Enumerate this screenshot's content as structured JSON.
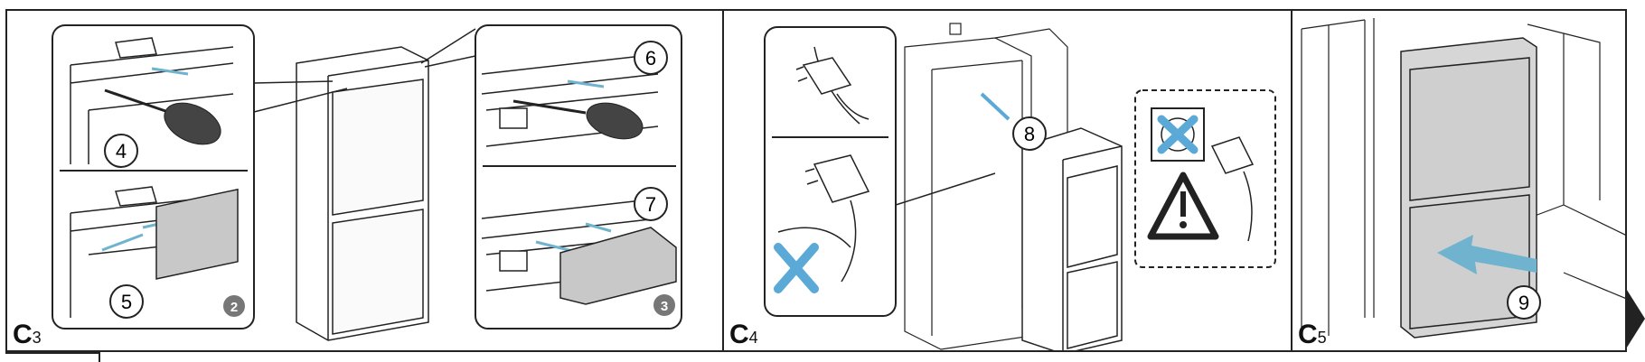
{
  "sections": [
    {
      "letter": "C",
      "number": "3"
    },
    {
      "letter": "C",
      "number": "4"
    },
    {
      "letter": "C",
      "number": "5"
    }
  ],
  "steps": {
    "s4": "4",
    "s5": "5",
    "s6": "6",
    "s7": "7",
    "s8": "8",
    "s9": "9"
  },
  "badges": {
    "b2": "2",
    "b3": "3"
  },
  "colors": {
    "arrow": "#6fb3cf",
    "cross": "#5aa9d6",
    "line": "#222222",
    "part": "#cfcfcf"
  }
}
